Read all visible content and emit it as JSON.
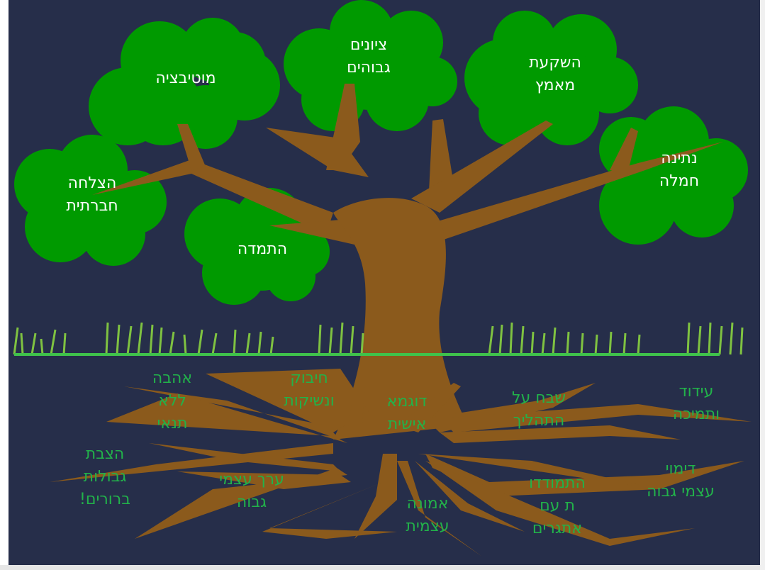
{
  "colors": {
    "background": "#262e4a",
    "foliage": "#009a00",
    "trunk": "#8b5a1c",
    "grass": "#7fc241",
    "ground": "#3fc24b",
    "canopy_text": "#ffffff",
    "root_text": "#22b24a"
  },
  "canopy": [
    {
      "id": "tziyunim",
      "text": "ציונים\nגבוהים"
    },
    {
      "id": "motivatzia",
      "text": "מוטיבציה"
    },
    {
      "id": "hashkaat",
      "text": "השקעת\nמאמץ"
    },
    {
      "id": "netina",
      "text": "נתינה\nחמלה"
    },
    {
      "id": "hatzlacha",
      "text": "הצלחה\nחברתית"
    },
    {
      "id": "hatmada",
      "text": "התמדה"
    }
  ],
  "roots": [
    {
      "id": "ahava",
      "text": "אהבה\nללא\nתנאי"
    },
    {
      "id": "chibuk",
      "text": "חיבוק\nונשיקות"
    },
    {
      "id": "dugma",
      "text": "דוגמא\nאישית"
    },
    {
      "id": "shevach",
      "text": "שבח על\nהתהליך"
    },
    {
      "id": "idud",
      "text": "עידוד\nותמיכה"
    },
    {
      "id": "hatzavat",
      "text": "הצבת\nגבולות\nברורים!"
    },
    {
      "id": "erech",
      "text": "ערך עצמי\nגבוה"
    },
    {
      "id": "emuna",
      "text": "אמונה\nעצמית"
    },
    {
      "id": "hitmodedut",
      "text": "התמודדו\nת עם\nאתגרים"
    },
    {
      "id": "dimui",
      "text": "דימוי\nעצמי גבוה"
    }
  ]
}
